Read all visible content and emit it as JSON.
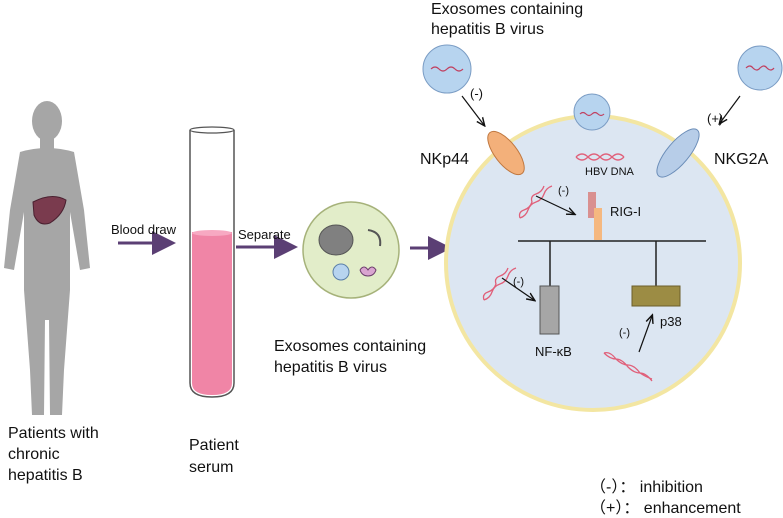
{
  "top_label": {
    "line1": "Exosomes containing",
    "line2": "hepatitis B virus"
  },
  "patients_label": {
    "line1": "Patients with",
    "line2": "chronic",
    "line3": "hepatitis B"
  },
  "blood_draw": "Blood draw",
  "separate": "Separate",
  "serum_label": {
    "line1": "Patient",
    "line2": "serum"
  },
  "mid_label": {
    "line1": "Exosomes containing",
    "line2": "hepatitis B virus"
  },
  "receptors": {
    "left": "NKp44",
    "right": "NKG2A"
  },
  "signs": {
    "left": "(-)",
    "right": "(+)"
  },
  "cell": {
    "hbv_dna": "HBV DNA",
    "rig_i": "RIG-I",
    "nf_kb": "NF-κB",
    "p38": "p38",
    "minus1": "(-)",
    "minus2": "(-)",
    "minus3": "(-)"
  },
  "legend": {
    "minus": "（-）： inhibition",
    "plus": "（+）： enhancement"
  },
  "colors": {
    "arrow": "#5b3f74",
    "cell_fill": "#dce6f2",
    "cell_border": "#f3e6a2",
    "serum": "#f085a6",
    "dna": "#e0607a"
  }
}
